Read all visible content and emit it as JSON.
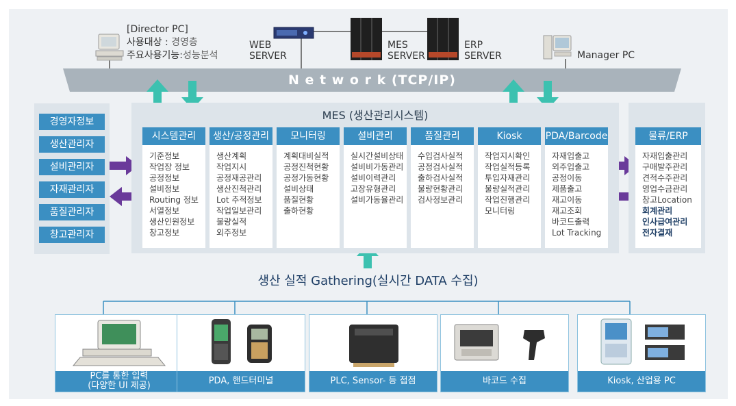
{
  "top": {
    "director": {
      "title": "[Director PC]",
      "line1_label": "사용대상 :",
      "line1_value": " 경영층",
      "line2_label": "주요사용기능:",
      "line2_value": "성능분석"
    },
    "web_server": {
      "line1": "WEB",
      "line2": "SERVER"
    },
    "mes_server": {
      "line1": "MES",
      "line2": "SERVER"
    },
    "erp_server": {
      "line1": "ERP",
      "line2": "SERVER"
    },
    "manager_pc": "Manager PC"
  },
  "network": "N e t w o r k (TCP/IP)",
  "mes_title": "MES (생산관리시스템)",
  "columns": [
    {
      "header": "시스템관리",
      "items": [
        "기준정보",
        "작업장 정보",
        "공정정보",
        "설비정보",
        "Routing 정보",
        "서열정보",
        "생산인원정보",
        "창고정보"
      ]
    },
    {
      "header": "생산/공정관리",
      "items": [
        "생산계획",
        "작업지시",
        "공정재공관리",
        "생산진척관리",
        "Lot 추적정보",
        "작업일보관리",
        "불량실적",
        "외주정보"
      ]
    },
    {
      "header": "모니터링",
      "items": [
        "계획대비실적",
        "공정진척현황",
        "공정가동현황",
        "설비상태",
        "품질현황",
        "출하현황"
      ]
    },
    {
      "header": "설비관리",
      "items": [
        "실시간설비상태",
        "설비비가동관리",
        "설비이력관리",
        "고장유형관리",
        "설비가동율관리"
      ]
    },
    {
      "header": "품질관리",
      "items": [
        "수입검사실적",
        "공정검사실적",
        "출하검사실적",
        "불량현황관리",
        "검사정보관리"
      ]
    },
    {
      "header": "Kiosk",
      "items": [
        "작업지시확인",
        "작업실적등록",
        "투입자재관리",
        "불량실적관리",
        "작업진행관리",
        "모니터링"
      ]
    },
    {
      "header": "PDA/Barcode",
      "items": [
        "자재입출고",
        "외주입출고",
        "공정이동",
        "제품출고",
        "재고이동",
        "재고조회",
        "바코드출력",
        "Lot Tracking"
      ]
    }
  ],
  "roles": [
    "경영자정보",
    "생산관리자",
    "설비관리자",
    "자재관리자",
    "품질관리자",
    "창고관리자"
  ],
  "logistics": {
    "header": "물류/ERP",
    "items": [
      "자재입출관리",
      "구매발주관리",
      "견적수주관리",
      "영업수금관리",
      "창고Location"
    ],
    "bold_items": [
      "회계관리",
      "인사급여관리",
      "전자결재"
    ]
  },
  "gathering": "생산 실적 Gathering(실시간 DATA 수집)",
  "devices": [
    {
      "line1": "PC를 통한 입력",
      "line2": "(다양한 UI 제공)",
      "icon": "pc-icon"
    },
    {
      "line1": "PDA, 핸드터미널",
      "line2": "",
      "icon": "pda-icon"
    },
    {
      "line1": "PLC, Sensor- 등 접점",
      "line2": "",
      "icon": "plc-icon"
    },
    {
      "line1": "바코드 수집",
      "line2": "",
      "icon": "barcode-scanner-icon"
    },
    {
      "line1": "Kiosk, 산업용 PC",
      "line2": "",
      "icon": "kiosk-icon"
    }
  ],
  "colors": {
    "blue": "#3b8fc2",
    "teal_arrow": "#3cc1b0",
    "purple_arrow": "#6a3a9a",
    "network": "#a9b3bb",
    "navy": "#1f3f66"
  }
}
